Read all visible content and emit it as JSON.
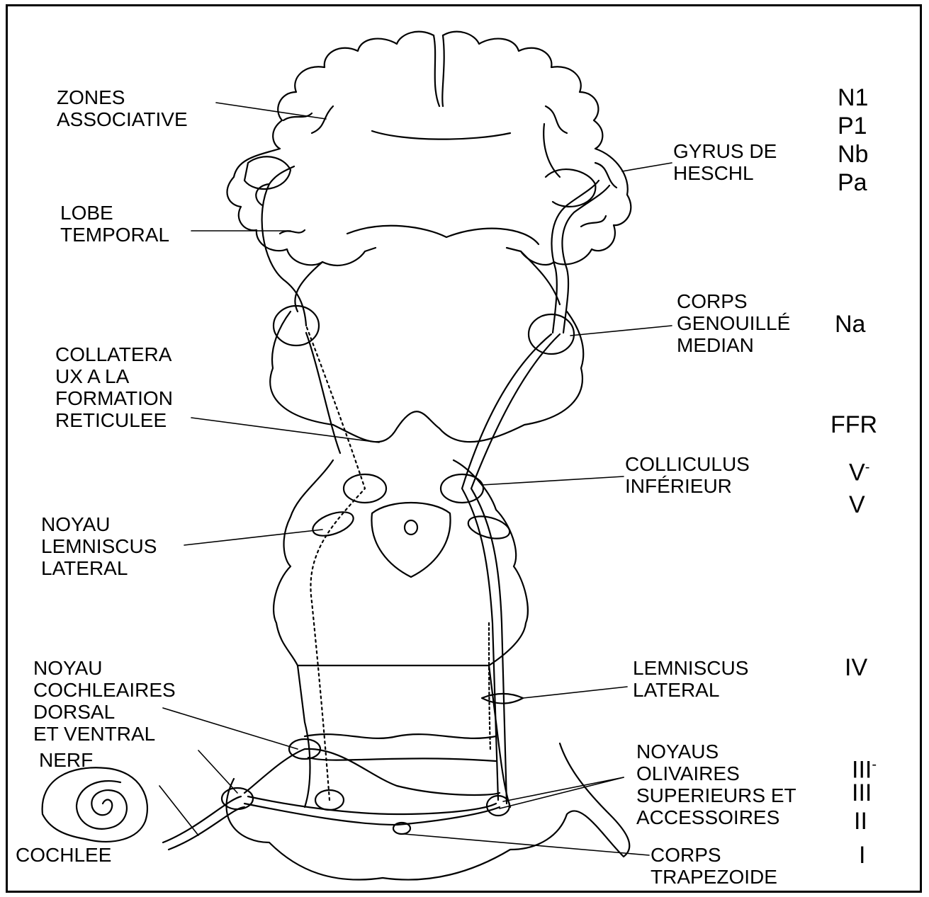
{
  "labels": {
    "zones_associative": [
      "ZONES",
      "ASSOCIATIVE"
    ],
    "lobe_temporal": [
      "LOBE",
      "TEMPORAL"
    ],
    "gyrus_heschl": [
      "GYRUS DE",
      "HESCHL"
    ],
    "corps_genouille": [
      "CORPS",
      "GENOUILLÉ",
      "MEDIAN"
    ],
    "collaterales": [
      "COLLATERA",
      "UX A LA",
      "FORMATION",
      "RETICULEE"
    ],
    "colliculus": [
      "COLLICULUS",
      "INFÉRIEUR"
    ],
    "noyau_lemniscus": [
      "NOYAU",
      "LEMNISCUS",
      "LATERAL"
    ],
    "noyau_cochleaires": [
      "NOYAU",
      "COCHLEAIRES",
      "DORSAL",
      "ET VENTRAL"
    ],
    "nerf": "NERF",
    "cochlee": "COCHLEE",
    "lemniscus_lateral": [
      "LEMNISCUS",
      "LATERAL"
    ],
    "noyaux_olivaires": [
      "NOYAUS",
      "OLIVAIRES",
      "SUPERIEURS ET",
      "ACCESSOIRES"
    ],
    "corps_trapezoide": [
      "CORPS",
      "TRAPEZOIDE"
    ]
  },
  "waves": {
    "n1": "N1",
    "p1": "P1",
    "nb": "Nb",
    "pa": "Pa",
    "na": "Na",
    "ffr": "FFR",
    "v_neg": "V",
    "v": "V",
    "iv": "IV",
    "iii_neg": "III",
    "iii": "III",
    "ii": "II",
    "i": "I"
  }
}
